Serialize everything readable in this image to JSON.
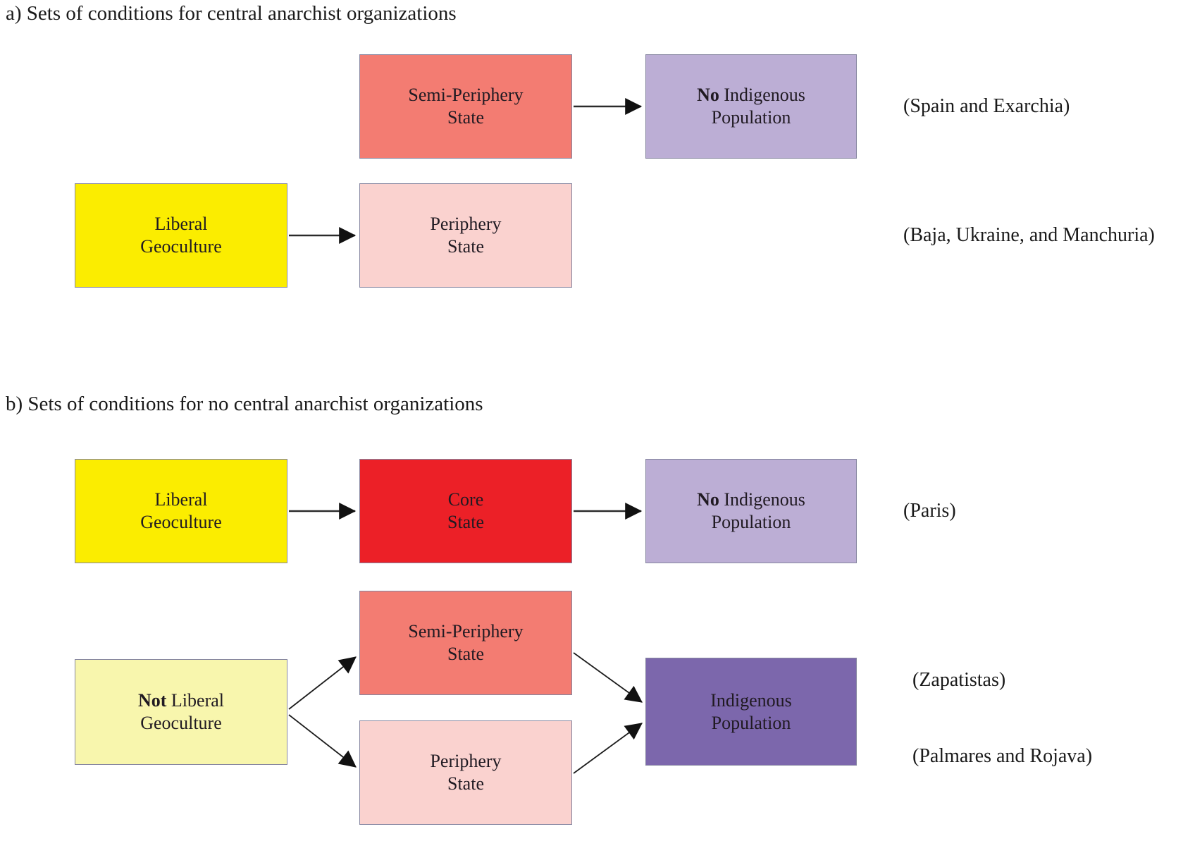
{
  "sections": {
    "a": {
      "title": "a) Sets of conditions for central anarchist organizations"
    },
    "b": {
      "title": "b) Sets of conditions for no central anarchist organizations"
    }
  },
  "nodes": {
    "a_semi": {
      "bold": "",
      "line1": "Semi-Periphery",
      "line2": "State",
      "color": "#F37C72"
    },
    "a_noindig": {
      "bold": "No",
      "line1": " Indigenous",
      "line2": "Population",
      "color": "#BCAED5"
    },
    "a_liberal": {
      "bold": "",
      "line1": "Liberal",
      "line2": "Geoculture",
      "color": "#FBED00"
    },
    "a_periphery": {
      "bold": "",
      "line1": "Periphery",
      "line2": "State",
      "color": "#FAD2CF"
    },
    "b_liberal": {
      "bold": "",
      "line1": "Liberal",
      "line2": "Geoculture",
      "color": "#FBED00"
    },
    "b_core": {
      "bold": "",
      "line1": "Core",
      "line2": "State",
      "color": "#EC2027"
    },
    "b_noindig": {
      "bold": "No",
      "line1": " Indigenous",
      "line2": "Population",
      "color": "#BCAED5"
    },
    "b_semi": {
      "bold": "",
      "line1": "Semi-Periphery",
      "line2": "State",
      "color": "#F37C72"
    },
    "b_notliberal": {
      "bold": "Not",
      "line1": " Liberal",
      "line2": "Geoculture",
      "color": "#F8F6AD"
    },
    "b_periphery": {
      "bold": "",
      "line1": "Periphery",
      "line2": "State",
      "color": "#FAD2CF"
    },
    "b_indig": {
      "bold": "",
      "line1": "Indigenous",
      "line2": "Population",
      "color": "#7C67AC"
    }
  },
  "annotations": {
    "spain": "(Spain and Exarchia)",
    "baja": "(Baja, Ukraine, and Manchuria)",
    "paris": "(Paris)",
    "zapatistas": "(Zapatistas)",
    "palmares": "(Palmares and Rojava)"
  },
  "colors": {
    "arrow": "#2b2b2b",
    "box_border": "#8686a0",
    "text": "#1a1a1a"
  }
}
